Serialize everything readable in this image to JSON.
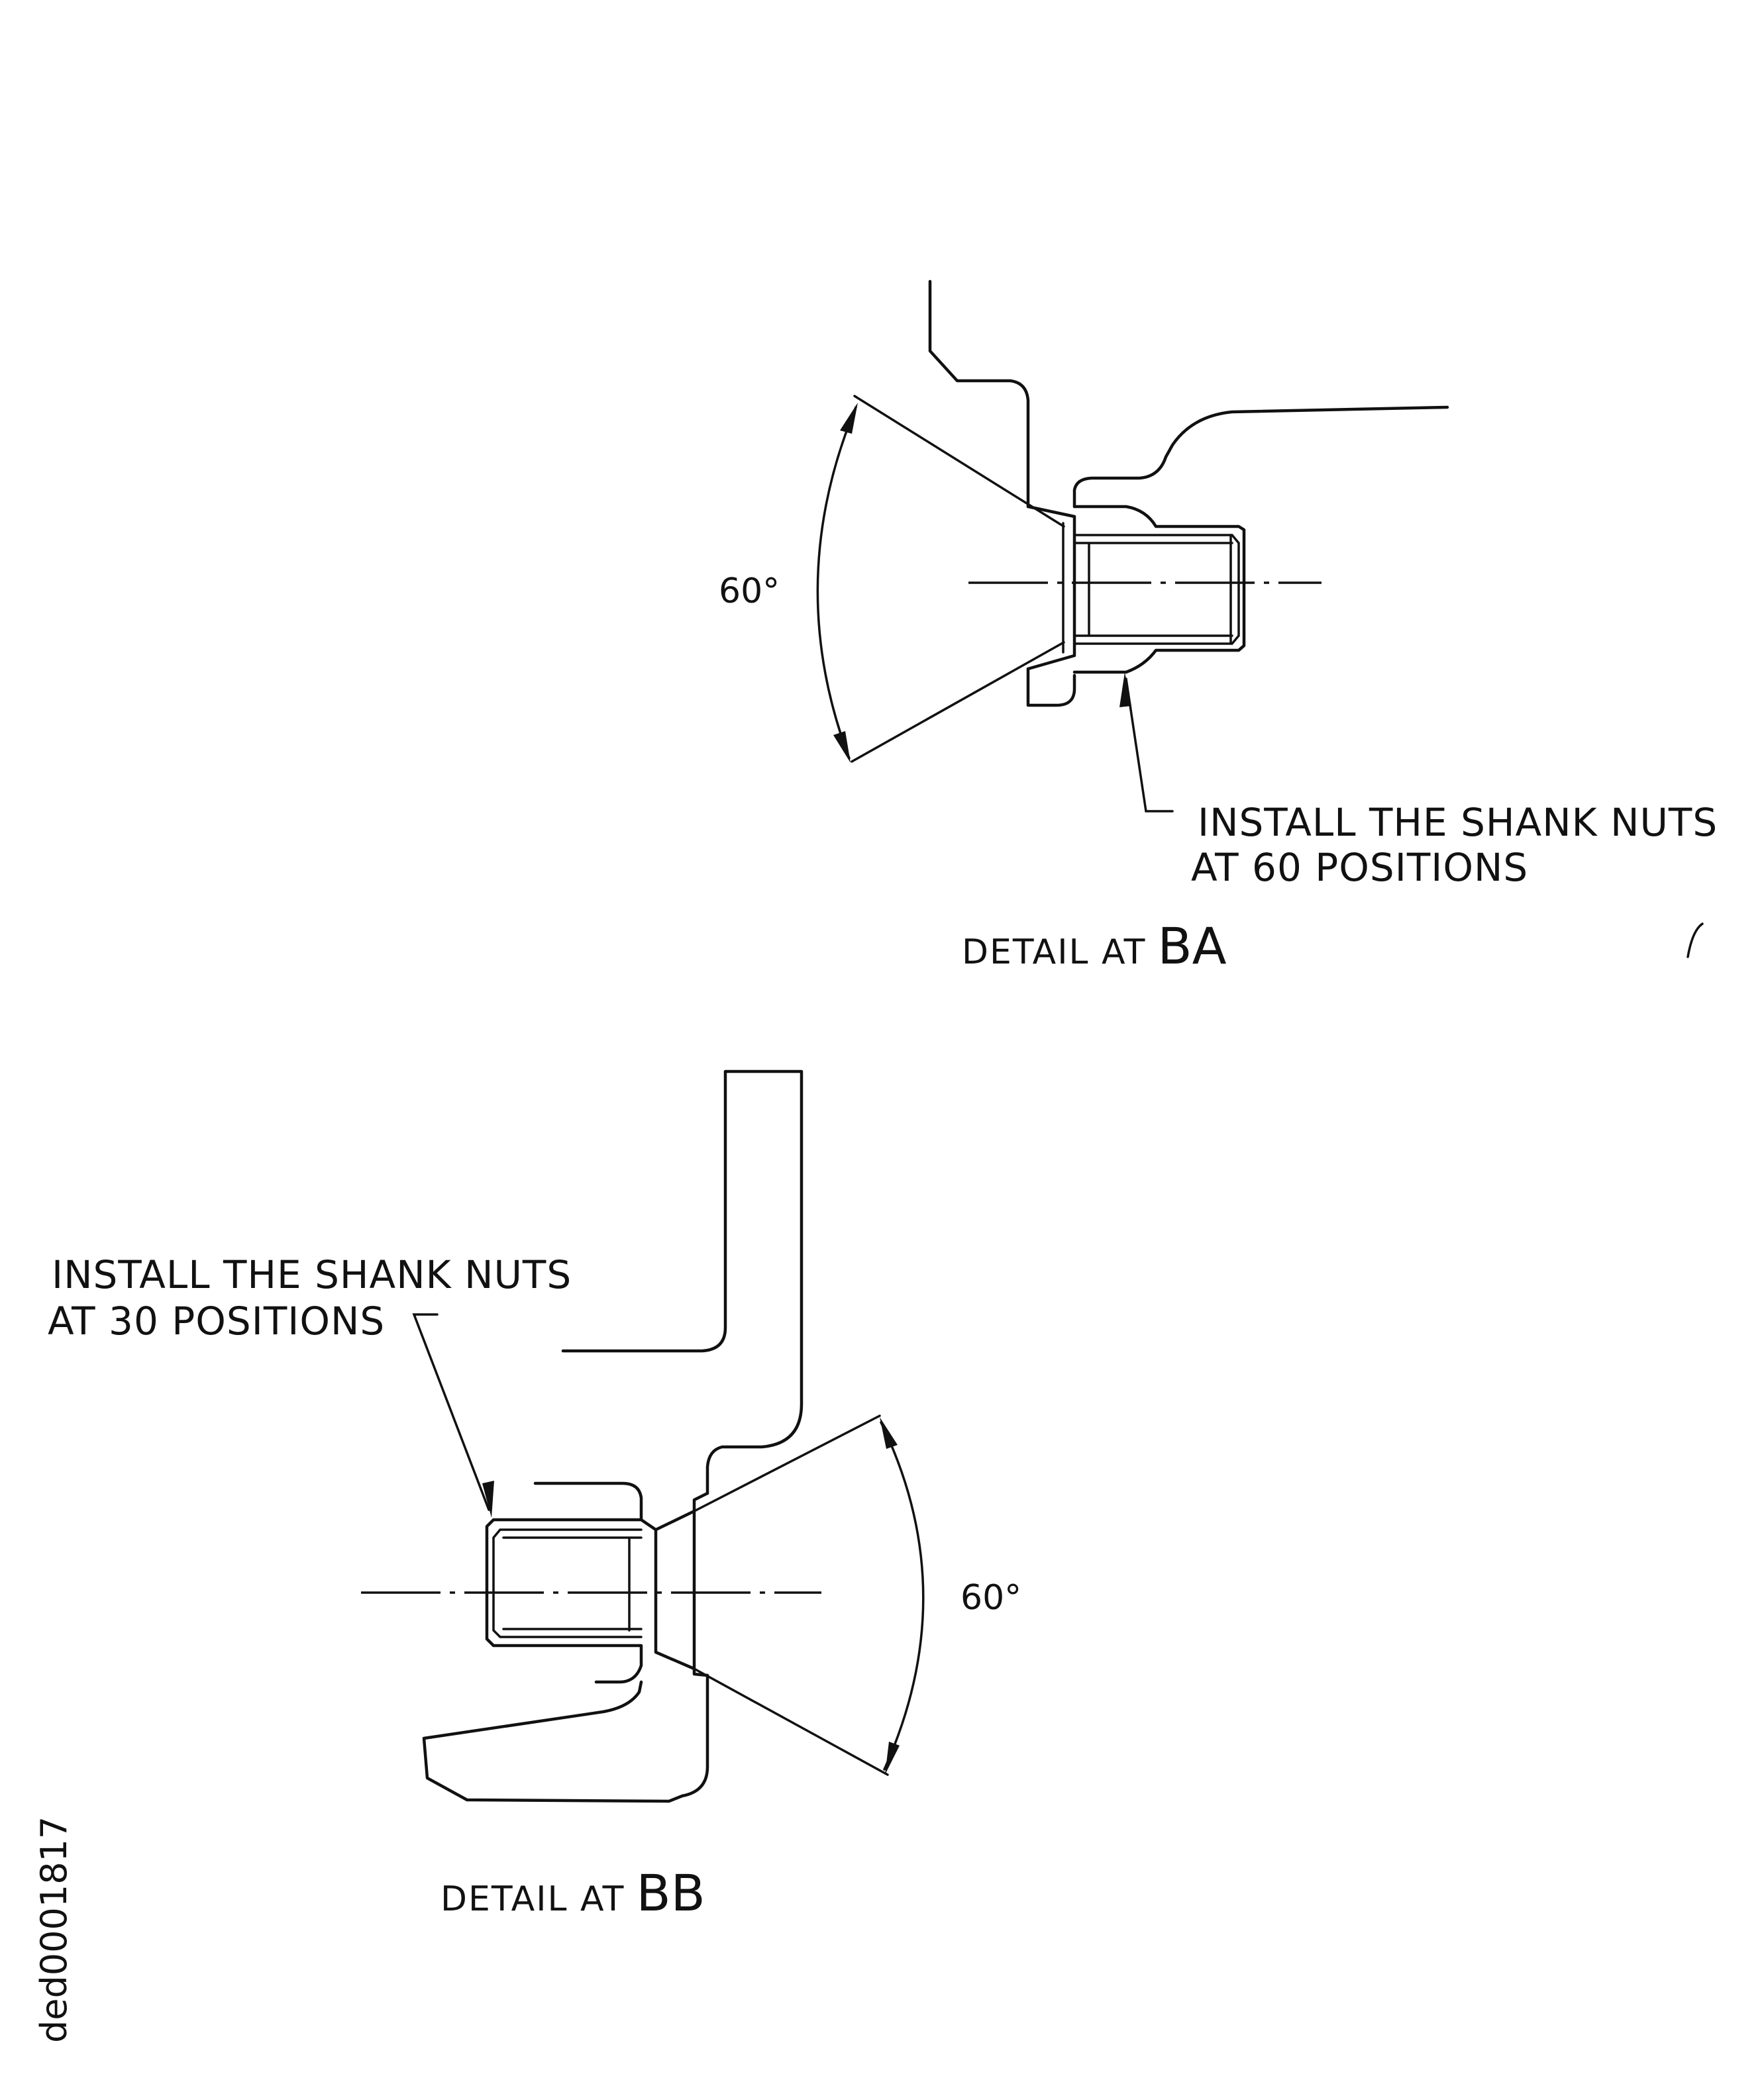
{
  "detail_ba": {
    "title_prefix": "DETAIL AT",
    "title_ref": "BA",
    "angle_label": "60°",
    "note_line1": "INSTALL THE SHANK NUTS",
    "note_line2": "AT 60 POSITIONS"
  },
  "detail_bb": {
    "title_prefix": "DETAIL AT",
    "title_ref": "BB",
    "angle_label": "60°",
    "note_line1": "INSTALL THE SHANK NUTS",
    "note_line2": "AT 30 POSITIONS"
  },
  "document_id": "ded0001817"
}
